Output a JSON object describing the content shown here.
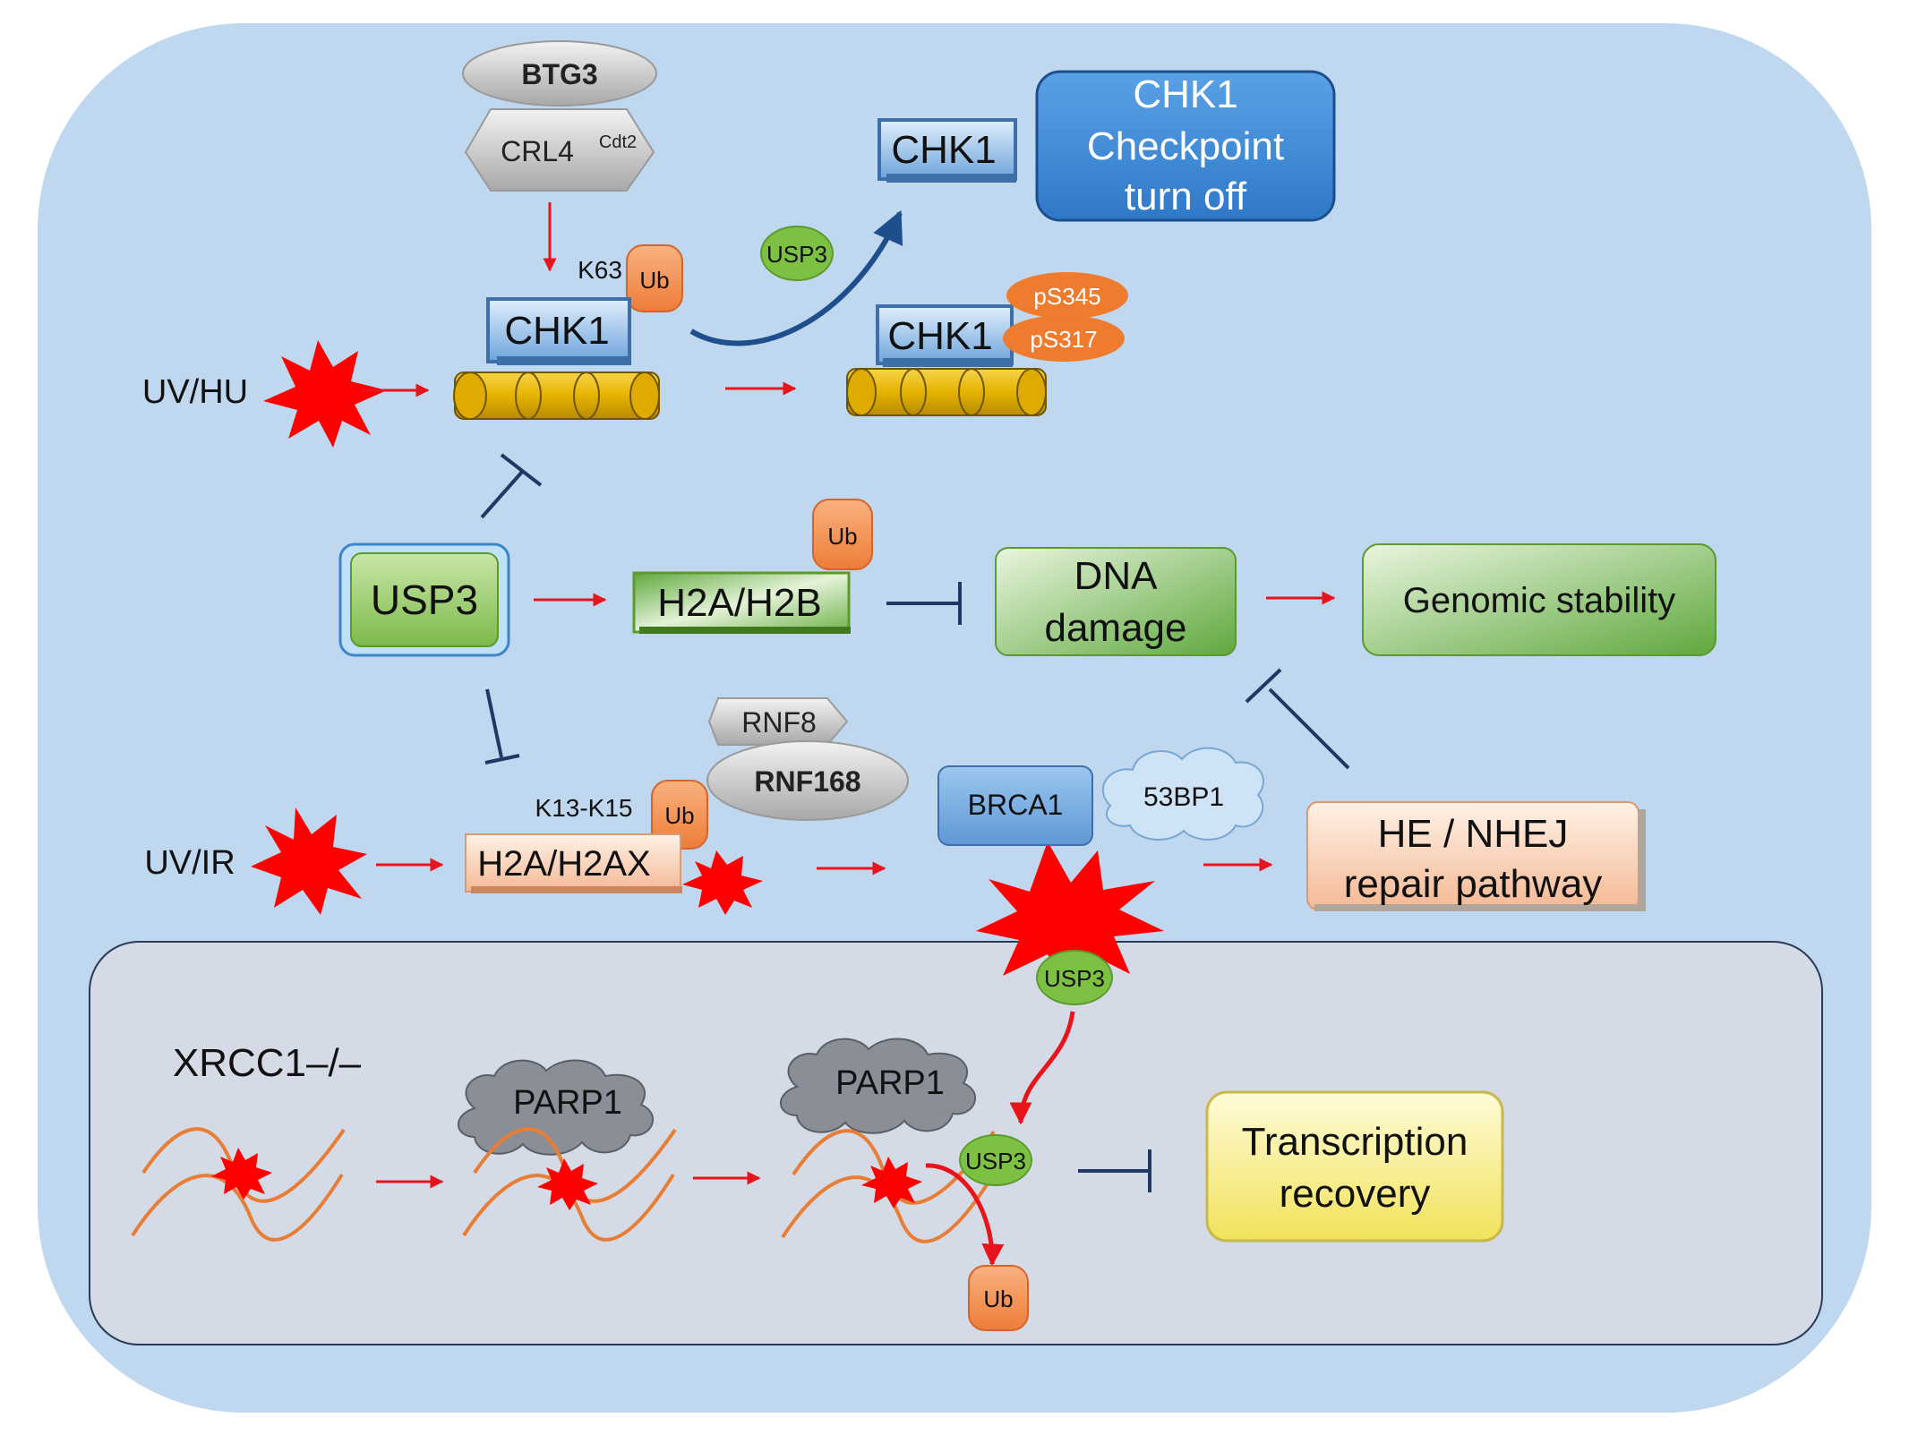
{
  "colors": {
    "cell_bg": "#bfd8ef",
    "lower_panel_bg": "#d4dbe6",
    "red_arrow": "#e8141c",
    "inhibit_line": "#1f3864",
    "ub_orange": "#f08a4a",
    "phospho_orange": "#ef7b2f",
    "usp3_green": "#7cc142",
    "dna_strand": "#e87d35",
    "nucleosome_gold": "#e6b300",
    "chk1_blue": "#7aaee0",
    "checkpoint_blue": "#3a88d6",
    "green_box": "#7cba59",
    "peach_box": "#f8c9a8",
    "yellow_box": "#f7ec6e"
  },
  "labels": {
    "btg3": "BTG3",
    "crl4": "CRL4",
    "crl4_sup": "Cdt2",
    "k63": "K63",
    "ub_chk1": "Ub",
    "chk1_top": "CHK1",
    "checkpoint_line1": "CHK1",
    "checkpoint_line2": "Checkpoint",
    "checkpoint_line3": "turn off",
    "usp3_small_top": "USP3",
    "chk1_left": "CHK1",
    "chk1_right": "CHK1",
    "ps345": "pS345",
    "ps317": "pS317",
    "uv_hu": "UV/HU",
    "usp3_main": "USP3",
    "ub_h2b": "Ub",
    "h2a_h2b": "H2A/H2B",
    "dna_line1": "DNA",
    "dna_line2": "damage",
    "genomic_stability": "Genomic stability",
    "rnf8": "RNF8",
    "rnf168": "RNF168",
    "k13_k15": "K13-K15",
    "ub_h2ax": "Ub",
    "brca1": "BRCA1",
    "bp53": "53BP1",
    "uv_ir": "UV/IR",
    "h2a_h2ax": "H2A/H2AX",
    "repair_line1": "HE / NHEJ",
    "repair_line2": "repair pathway",
    "usp3_lower": "USP3",
    "xrcc1": "XRCC1–/–",
    "parp1_a": "PARP1",
    "parp1_b": "PARP1",
    "usp3_on_dna": "USP3",
    "ub_released": "Ub",
    "transcription_line1": "Transcription",
    "transcription_line2": "recovery"
  }
}
